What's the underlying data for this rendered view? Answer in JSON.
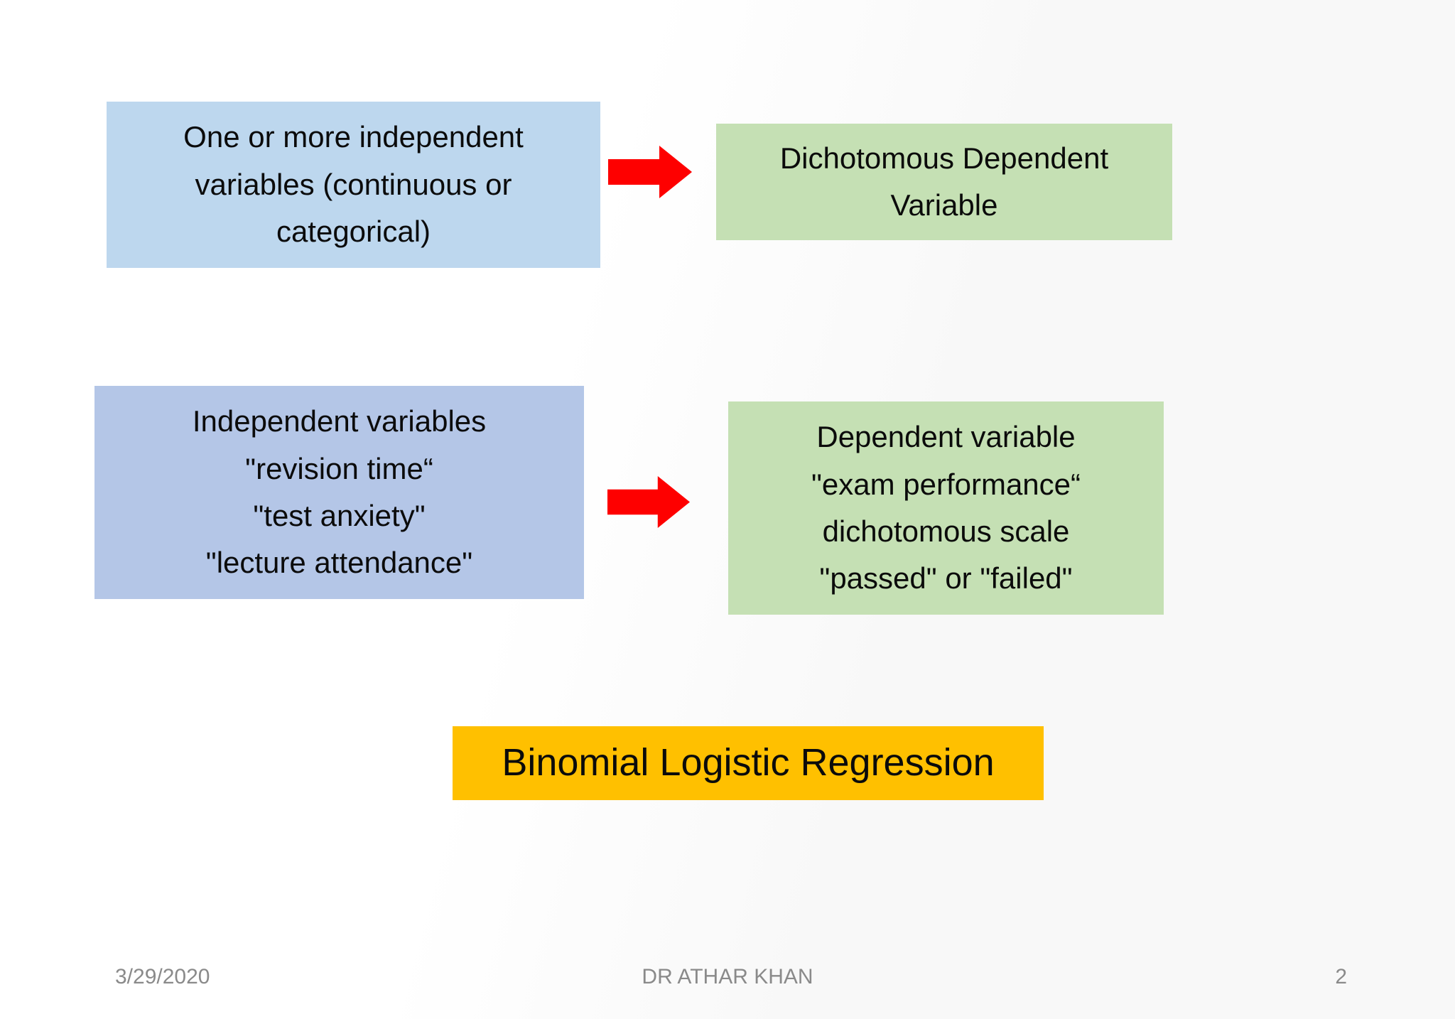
{
  "slide": {
    "title": "Binomial Logistic Regression slide",
    "colors": {
      "independent_general_box": "#bdd7ee",
      "independent_example_box": "#b4c6e7",
      "dependent_general_box": "#c5e0b4",
      "dependent_example_box": "#c5e0b4",
      "regression_box": "#ffc000",
      "arrow": "#fe0000",
      "footer_text": "#8a8a8a"
    },
    "boxes": {
      "independent_general": {
        "text": "One or more independent\nvariables (continuous or\ncategorical)"
      },
      "dependent_general": {
        "text": "Dichotomous Dependent\nVariable"
      },
      "independent_example": {
        "text": "Independent variables\n\"revision time“\n\"test anxiety\"\n\"lecture attendance\""
      },
      "dependent_example": {
        "text": "Dependent variable\n\"exam performance“\ndichotomous scale\n\"passed\" or \"failed\""
      },
      "regression": {
        "text": "Binomial Logistic Regression"
      }
    },
    "icons": {
      "arrow_1": "right-arrow",
      "arrow_2": "right-arrow"
    },
    "footer": {
      "date": "3/29/2020",
      "author": "DR ATHAR KHAN",
      "page_number": "2"
    }
  }
}
